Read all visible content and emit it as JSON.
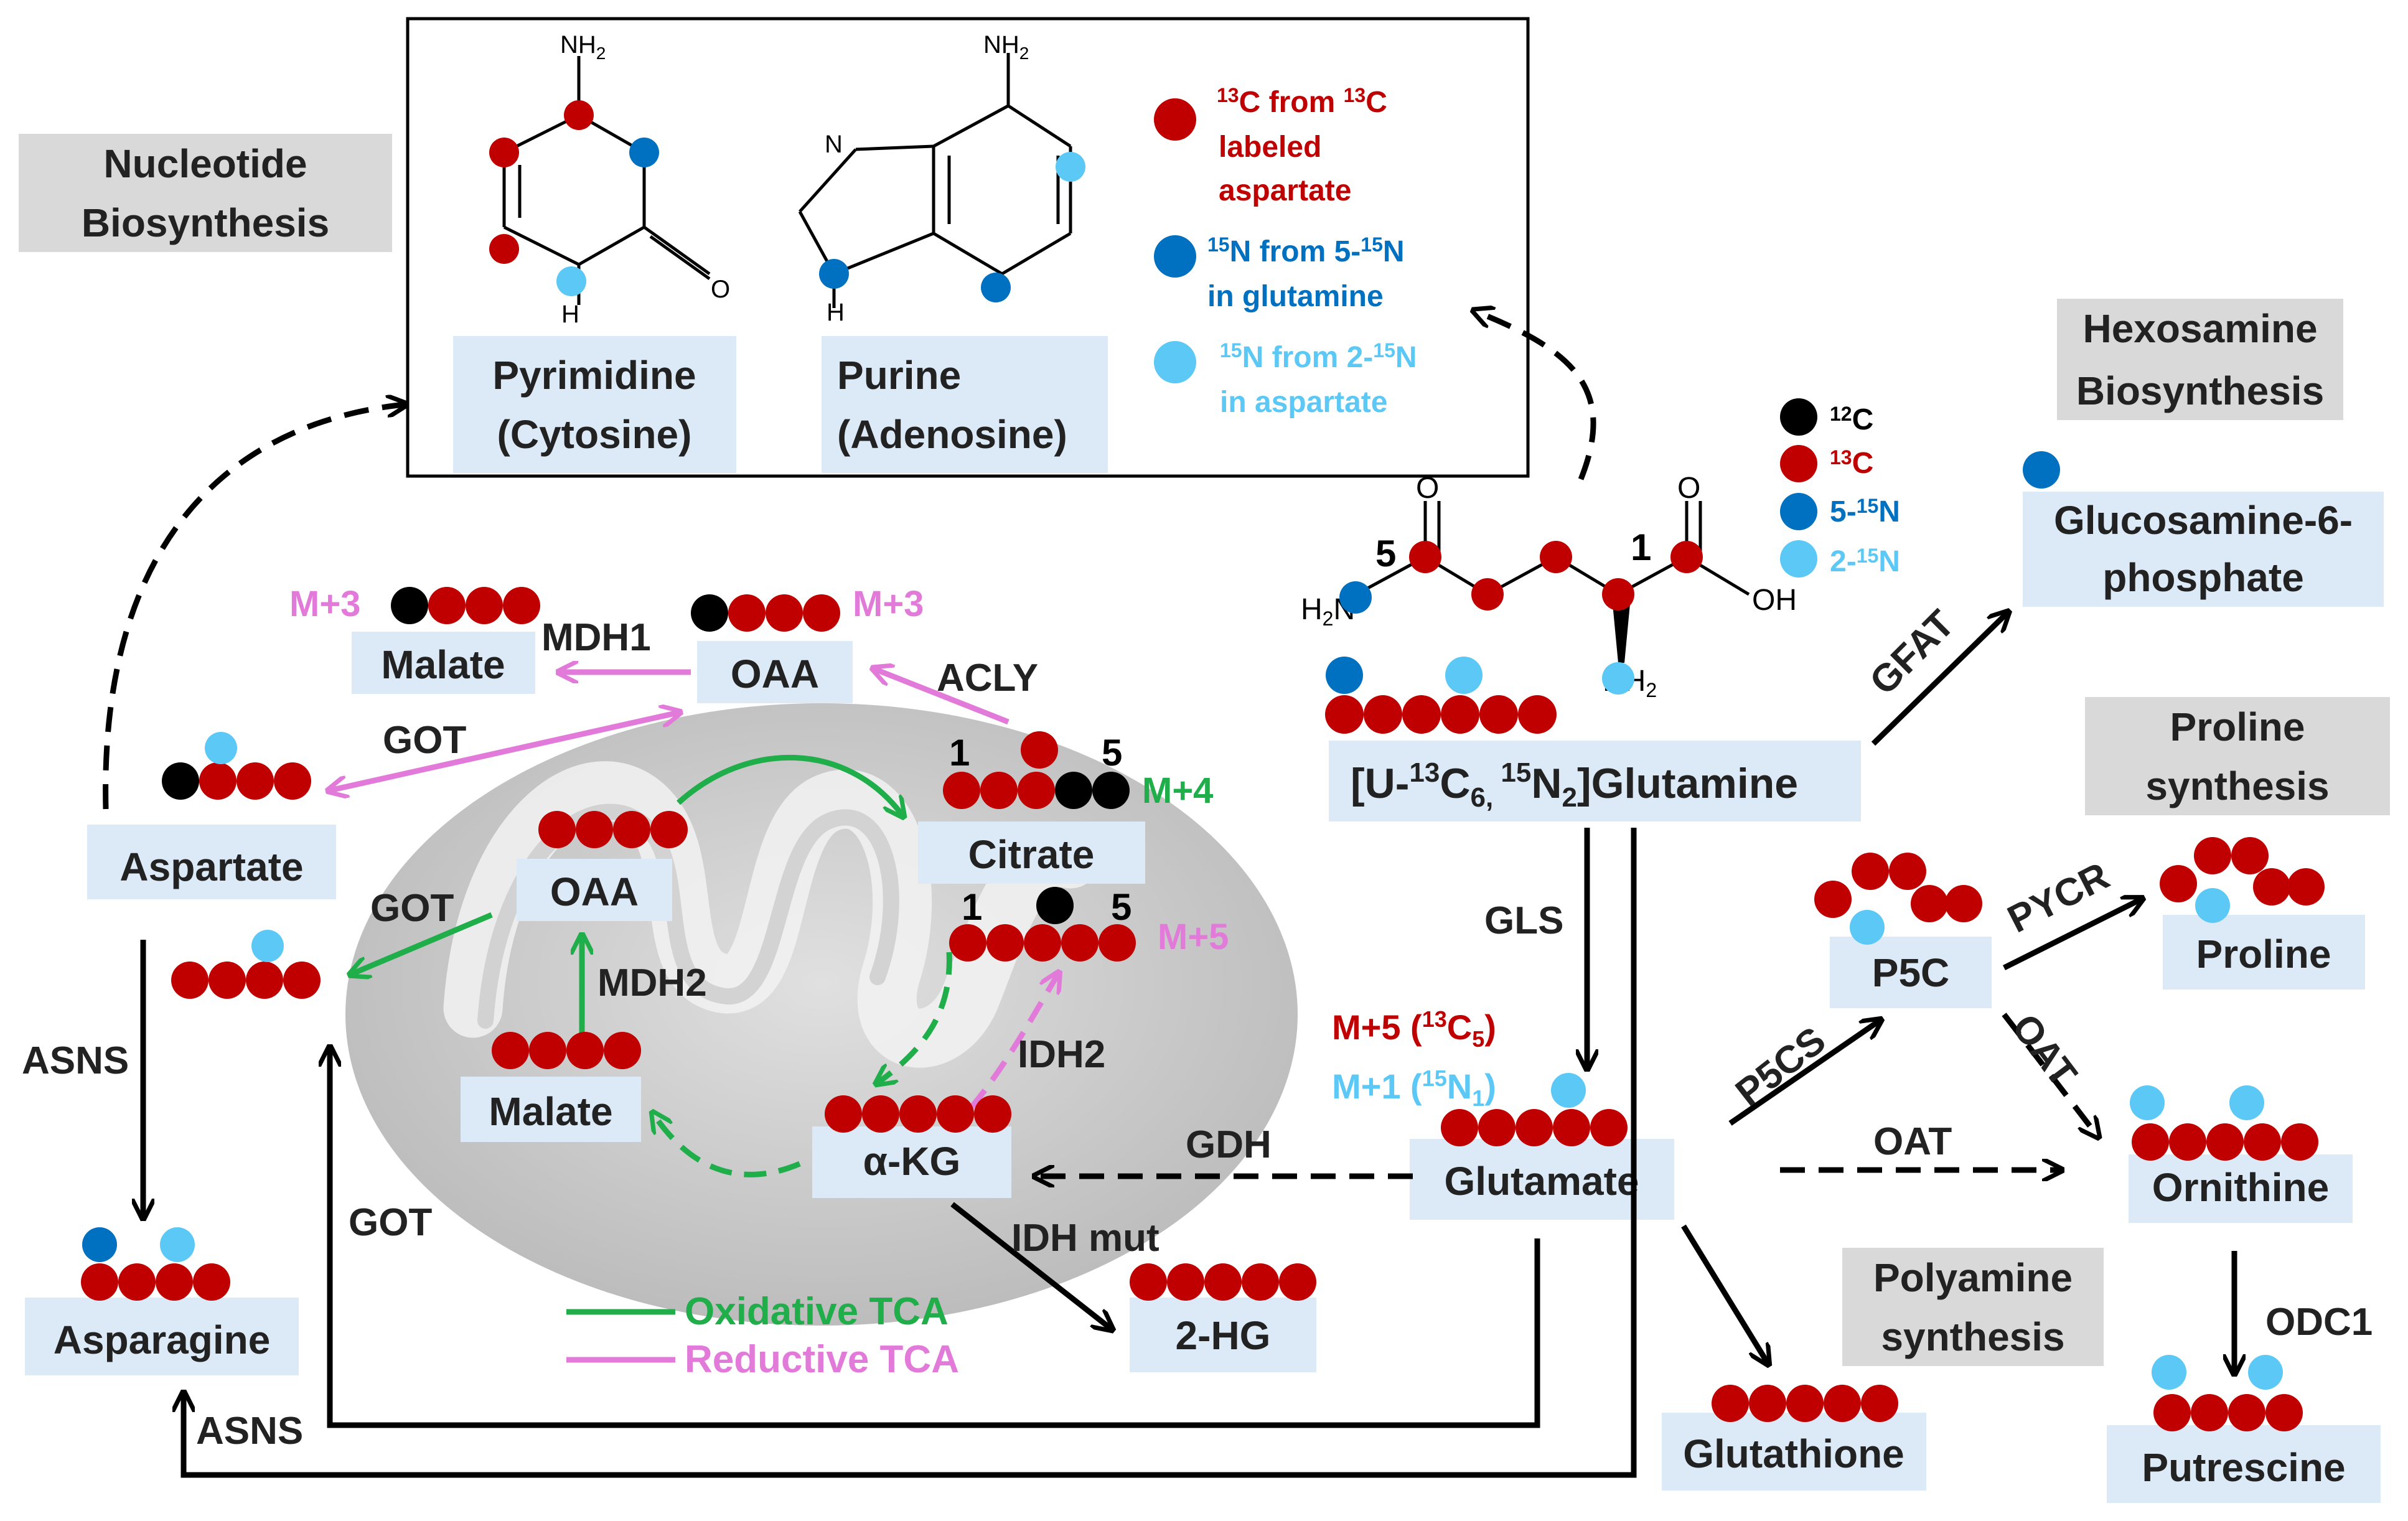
{
  "colors": {
    "c12": "#000000",
    "c13": "#c00000",
    "n5": "#0070c0",
    "n2": "#5bc8f5",
    "oxidative": "#1fae4a",
    "reductive": "#e27ad9",
    "box_blue": "#dce9f6",
    "box_gray": "#d9d9d9"
  },
  "legend_structures": {
    "pyrimidine_label_1": "Pyrimidine",
    "pyrimidine_label_2": "(Cytosine)",
    "purine_label_1": "Purine",
    "purine_label_2": "(Adenosine)",
    "nh2_text": "NH",
    "sub_2": "2",
    "n_text": "N",
    "h_text": "H",
    "o_text": "O",
    "key_13c_1a": "13",
    "key_13c_1b": "C from ",
    "key_13c_1c": "13",
    "key_13c_1d": "C",
    "key_13c_2": "labeled",
    "key_13c_3": "aspartate",
    "key_5n_1a": "15",
    "key_5n_1b": "N from 5-",
    "key_5n_1c": "15",
    "key_5n_1d": "N",
    "key_5n_2": "in glutamine",
    "key_2n_1a": "15",
    "key_2n_1b": "N from 2-",
    "key_2n_1c": "15",
    "key_2n_1d": "N",
    "key_2n_2": "in aspartate"
  },
  "mini_key": {
    "c12_a": "12",
    "c12_b": "C",
    "c13_a": "13",
    "c13_b": "C",
    "n5_a": "5-",
    "n5_b": "15",
    "n5_c": "N",
    "n2_a": "2-",
    "n2_b": "15",
    "n2_c": "N"
  },
  "category_boxes": {
    "nucleotide_1": "Nucleotide",
    "nucleotide_2": "Biosynthesis",
    "hexosamine_1": "Hexosamine",
    "hexosamine_2": "Biosynthesis",
    "proline_1": "Proline",
    "proline_2": "synthesis",
    "polyamine_1": "Polyamine",
    "polyamine_2": "synthesis"
  },
  "glutamine": {
    "label_a": "[U-",
    "label_b": "13",
    "label_c": "C",
    "label_d": "6, ",
    "label_e": "15",
    "label_f": "N",
    "label_g": "2",
    "label_h": "]Glutamine",
    "pos5": "5",
    "pos1": "1",
    "o_text": "O",
    "oh_text": "OH",
    "h2n_a": "H",
    "h2n_b": "2",
    "h2n_c": "N",
    "nh2_a": "NH",
    "nh2_b": "2"
  },
  "metabolites": {
    "glucosamine_1": "Glucosamine-6-",
    "glucosamine_2": "phosphate",
    "malate_cyto": "Malate",
    "oaa_cyto": "OAA",
    "aspartate": "Aspartate",
    "asparagine": "Asparagine",
    "oaa_mito": "OAA",
    "citrate": "Citrate",
    "malate_mito": "Malate",
    "akg": "α-KG",
    "two_hg": "2-HG",
    "glutamate": "Glutamate",
    "p5c": "P5C",
    "proline": "Proline",
    "ornithine": "Ornithine",
    "putrescine": "Putrescine",
    "glutathione": "Glutathione"
  },
  "enzymes": {
    "mdh1": "MDH1",
    "acly": "ACLY",
    "got_top": "GOT",
    "got_mid": "GOT",
    "got_low": "GOT",
    "mdh2": "MDH2",
    "idh2": "IDH2",
    "asns_vert": "ASNS",
    "asns_bottom": "ASNS",
    "gdh": "GDH",
    "idh_mut": "IDH mut",
    "gls": "GLS",
    "gfat": "GFAT",
    "p5cs": "P5CS",
    "pycr": "PYCR",
    "oat_diag": "OAT",
    "oat_horiz": "OAT",
    "odc1": "ODC1"
  },
  "mass_labels": {
    "m3_malate": "M+3",
    "m3_oaa": "M+3",
    "m4_citrate": "M+4",
    "m5_citrate": "M+5",
    "glu_m5_a": "M+5 (",
    "glu_m5_b": "13",
    "glu_m5_c": "C",
    "glu_m5_d": "5",
    "glu_m5_e": ")",
    "glu_m1_a": "M+1 (",
    "glu_m1_b": "15",
    "glu_m1_c": "N",
    "glu_m1_d": "1",
    "glu_m1_e": ")",
    "cit_1a": "1",
    "cit_5a": "5",
    "cit_1b": "1",
    "cit_5b": "5"
  },
  "tca_legend": {
    "oxidative": "Oxidative TCA",
    "reductive": "Reductive TCA"
  }
}
